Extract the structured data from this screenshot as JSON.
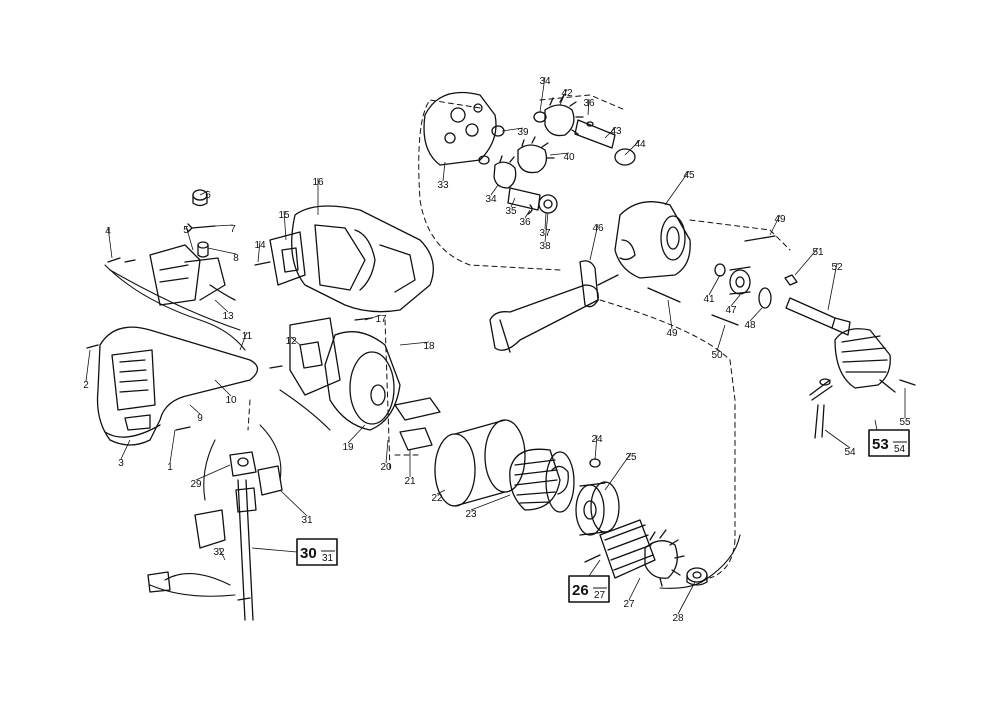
{
  "callouts": [
    "1",
    "2",
    "3",
    "4",
    "5",
    "6",
    "7",
    "8",
    "9",
    "10",
    "11",
    "12",
    "13",
    "14",
    "15",
    "16",
    "17",
    "18",
    "19",
    "20",
    "21",
    "22",
    "23",
    "24",
    "25",
    "27",
    "28",
    "29",
    "31",
    "32",
    "33",
    "34",
    "34",
    "35",
    "36",
    "36",
    "37",
    "38",
    "39",
    "40",
    "41",
    "42",
    "43",
    "44",
    "45",
    "46",
    "47",
    "48",
    "49",
    "49",
    "50",
    "51",
    "52",
    "54",
    "55"
  ],
  "boxed_refs": [
    {
      "main": "30",
      "sub": "31"
    },
    {
      "main": "26",
      "sub": "27"
    },
    {
      "main": "53",
      "sub": "54"
    }
  ],
  "colors": {
    "ink": "#111111",
    "paper": "#ffffff"
  }
}
